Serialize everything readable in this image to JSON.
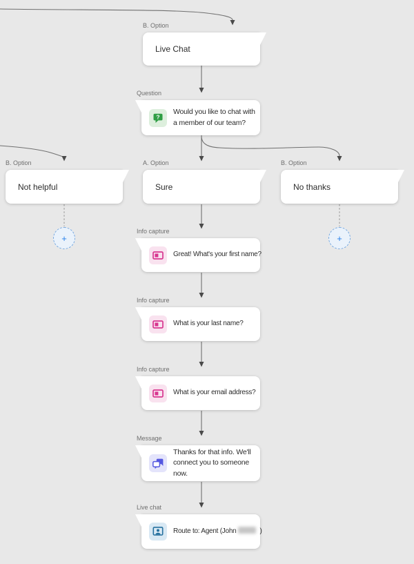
{
  "nodes": [
    {
      "id": "live-chat-option",
      "type_label": "B. Option",
      "text": "Live Chat"
    },
    {
      "id": "question",
      "type_label": "Question",
      "text": "Would you like to chat with a member of our team?",
      "icon": "question-bubble-icon"
    },
    {
      "id": "not-helpful-option",
      "type_label": "B. Option",
      "text": "Not helpful"
    },
    {
      "id": "sure-option",
      "type_label": "A. Option",
      "text": "Sure"
    },
    {
      "id": "no-thanks-option",
      "type_label": "B. Option",
      "text": "No thanks"
    },
    {
      "id": "first-name-capture",
      "type_label": "Info capture",
      "text": "Great! What's your first name?",
      "icon": "info-capture-icon"
    },
    {
      "id": "last-name-capture",
      "type_label": "Info capture",
      "text": "What is your last name?",
      "icon": "info-capture-icon"
    },
    {
      "id": "email-capture",
      "type_label": "Info capture",
      "text": "What is your email address?",
      "icon": "info-capture-icon"
    },
    {
      "id": "message",
      "type_label": "Message",
      "text": "Thanks for that info. We'll connect you to someone now.",
      "icon": "message-icon"
    },
    {
      "id": "route-live-chat",
      "type_label": "Live chat",
      "text_prefix": "Route to: Agent (John",
      "text_suffix": ")",
      "redacted": true,
      "icon": "live-chat-icon"
    }
  ],
  "add_buttons": [
    {
      "id": "add-after-not-helpful",
      "symbol": "+"
    },
    {
      "id": "add-after-no-thanks",
      "symbol": "+"
    }
  ],
  "colors": {
    "canvas_bg": "#e8e8e8",
    "card_bg": "#ffffff",
    "connector": "#6f6f6f",
    "arrowhead": "#4a4a4a",
    "label_text": "#6e6e6e",
    "node_text": "#2c2c2c",
    "question_green": "#2f9e44",
    "question_icon_bg": "#ddefdd",
    "info_capture_pink": "#d83790",
    "info_capture_icon_bg": "#f9e2ef",
    "message_indigo": "#5457e0",
    "message_icon_bg": "#e4e4fb",
    "live_chat_blue": "#26719f",
    "live_chat_icon_bg": "#d9e9f4",
    "add_button_blue": "#2680eb",
    "add_button_bg": "#eaf2fb"
  }
}
